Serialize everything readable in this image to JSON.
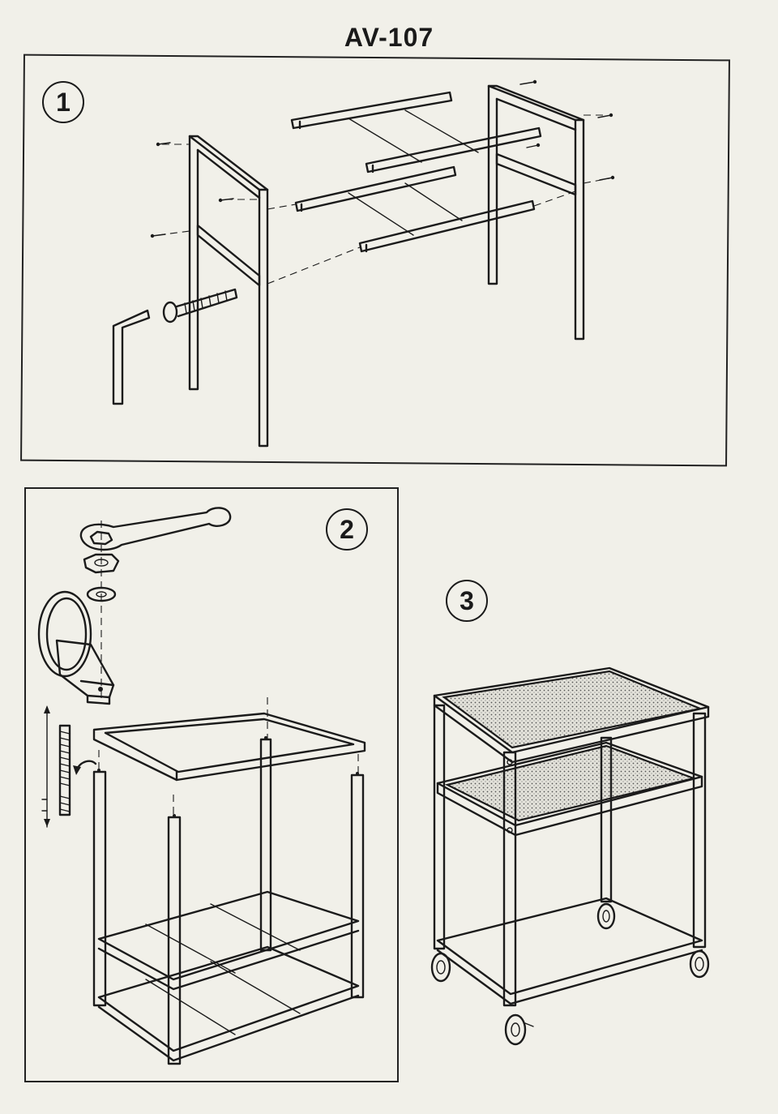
{
  "title": "AV-107",
  "steps": [
    {
      "number": "1"
    },
    {
      "number": "2"
    },
    {
      "number": "3"
    }
  ]
}
